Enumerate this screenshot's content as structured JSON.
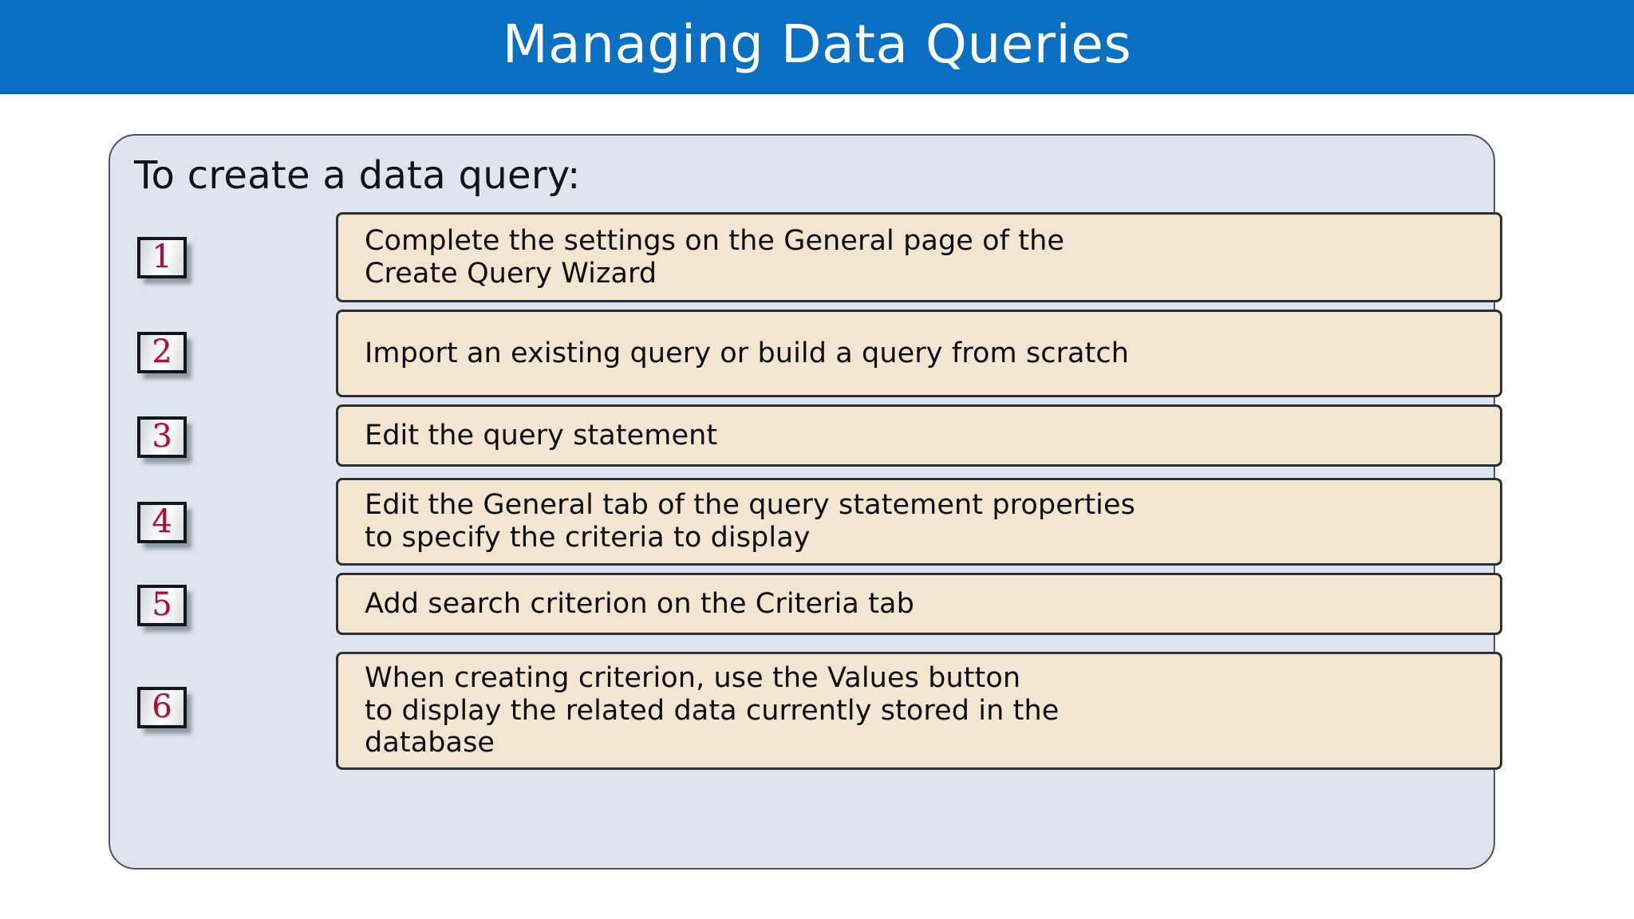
{
  "slide": {
    "title": "Managing Data Queries",
    "panel_heading": "To create a data query:",
    "colors": {
      "title_bar": "#0b70c2",
      "title_text": "#ffffff",
      "panel_background": "#dee5ee",
      "panel_border": "#4d5560",
      "step_box_background": "#f2e6d0",
      "step_box_border": "#2c2f33",
      "badge_number": "#a8103c",
      "body_text": "#0b0d10",
      "page_background": "#ffffff"
    }
  },
  "steps": [
    {
      "number": "1",
      "text": "Complete the settings on the General page of the\nCreate Query Wizard"
    },
    {
      "number": "2",
      "text": "Import an existing query or build a query from scratch"
    },
    {
      "number": "3",
      "text": "Edit the query statement"
    },
    {
      "number": "4",
      "text": "Edit the General tab of the query statement properties\nto specify the criteria to display"
    },
    {
      "number": "5",
      "text": "Add search criterion on the Criteria tab"
    },
    {
      "number": "6",
      "text": "When creating criterion, use the Values button\nto display the related data currently stored in the\ndatabase"
    }
  ]
}
